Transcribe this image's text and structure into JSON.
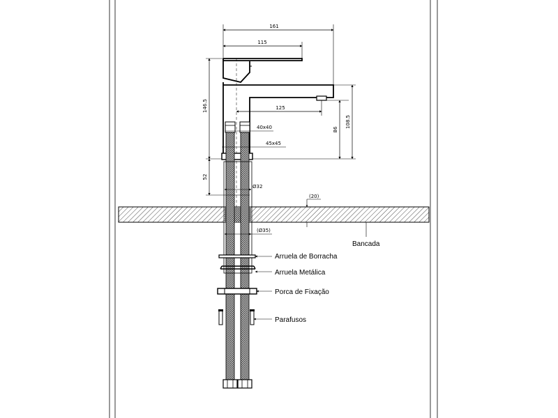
{
  "dimensions": {
    "d161": "161",
    "d115": "115",
    "d146_5": "146.5",
    "d125": "125",
    "d108_5": "108.5",
    "d86": "86",
    "d40x40": "40x40",
    "d45x45": "45x45",
    "d52": "52",
    "d32": "Ø32",
    "d20": "(20)",
    "d35": "(Ø35)"
  },
  "labels": {
    "bancada": "Bancada",
    "rubber_washer": "Arruela de Borracha",
    "metal_washer": "Arruela Metálica",
    "fixing_nut": "Porca de Fixação",
    "screws": "Parafusos"
  }
}
